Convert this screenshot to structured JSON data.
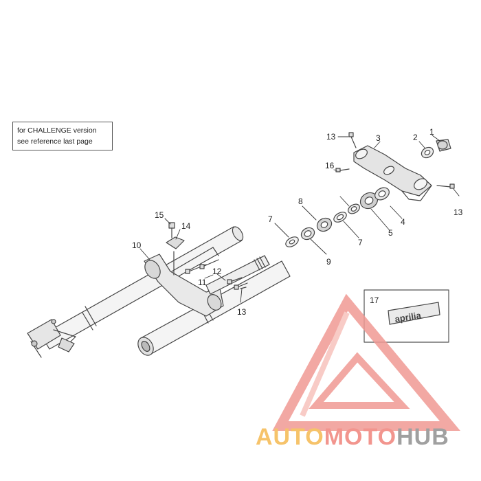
{
  "note": {
    "line1": "for CHALLENGE version",
    "line2": "see reference last page"
  },
  "callouts": [
    "1",
    "2",
    "3",
    "4",
    "5",
    "7",
    "7",
    "8",
    "9",
    "10",
    "11",
    "12",
    "13",
    "13",
    "13",
    "14",
    "15",
    "16",
    "17"
  ],
  "badge_text": "aprilia",
  "watermark": {
    "part1": "AUTO",
    "part2": "MOTO",
    "part3": "HUB",
    "colors": {
      "auto": "#f6c36a",
      "moto": "#f2958e",
      "hub": "#a0a0a0",
      "triangle": "#f09a94"
    }
  }
}
